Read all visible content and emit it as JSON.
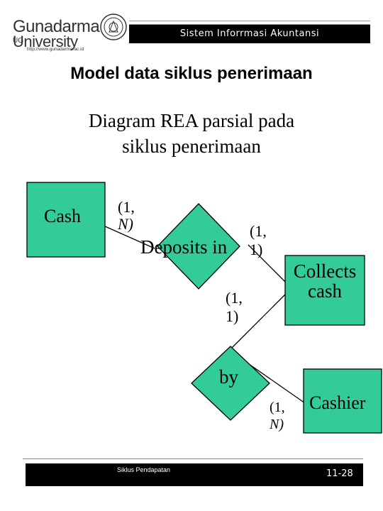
{
  "header": {
    "logo_line1": "Gunadarma",
    "logo_line2": "University",
    "logo_ug": "UG",
    "logo_url": "http://www.gunadarma.ac.id",
    "course": "Sistem Inforrmasi Akuntansi"
  },
  "slide": {
    "title": "Model data siklus penerimaan",
    "subtitle_line1": "Diagram REA parsial pada",
    "subtitle_line2": "siklus penerimaan"
  },
  "diagram": {
    "entities": {
      "cash": "Cash",
      "collects_line1": "Collects",
      "collects_line2": "cash",
      "cashier": "Cashier"
    },
    "relationships": {
      "deposits": "Deposits in",
      "by": "by"
    },
    "cardinalities": {
      "cash_a": "(1,",
      "cash_b": "N)",
      "collect_a": "(1,",
      "collect_b": "1)",
      "collect2_a": "(1,",
      "collect2_b": "1)",
      "cashier_a": "(1,",
      "cashier_b": "N)"
    },
    "colors": {
      "fill": "#33cc99",
      "stroke": "#000000"
    }
  },
  "footer": {
    "left": "Siklus Pendapatan",
    "right": "11-28"
  }
}
